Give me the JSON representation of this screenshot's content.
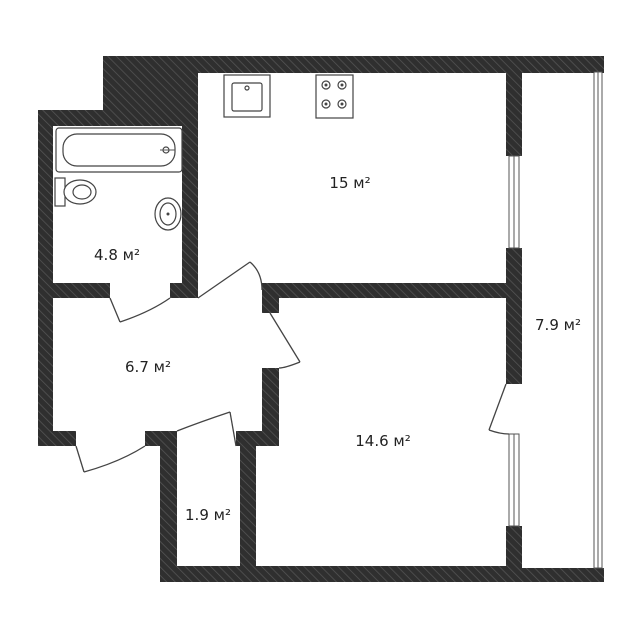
{
  "rooms": [
    {
      "id": "kitchen",
      "label": "15 м²"
    },
    {
      "id": "bathroom",
      "label": "4.8 м²"
    },
    {
      "id": "hallway",
      "label": "6.7 м²"
    },
    {
      "id": "living",
      "label": "14.6 м²"
    },
    {
      "id": "storage",
      "label": "1.9 м²"
    },
    {
      "id": "balcony",
      "label": "7.9 м²"
    }
  ],
  "colors": {
    "wall": "#2f2f2f",
    "background": "#ffffff",
    "line": "#444444"
  }
}
